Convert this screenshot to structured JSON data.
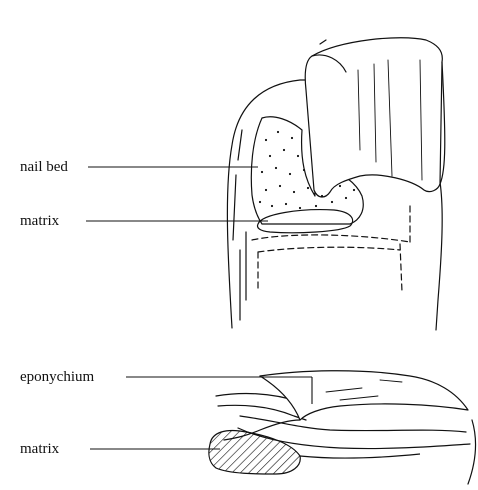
{
  "labels": {
    "nail_bed": "nail bed",
    "matrix_top": "matrix",
    "eponychium": "eponychium",
    "matrix_bottom": "matrix"
  }
}
